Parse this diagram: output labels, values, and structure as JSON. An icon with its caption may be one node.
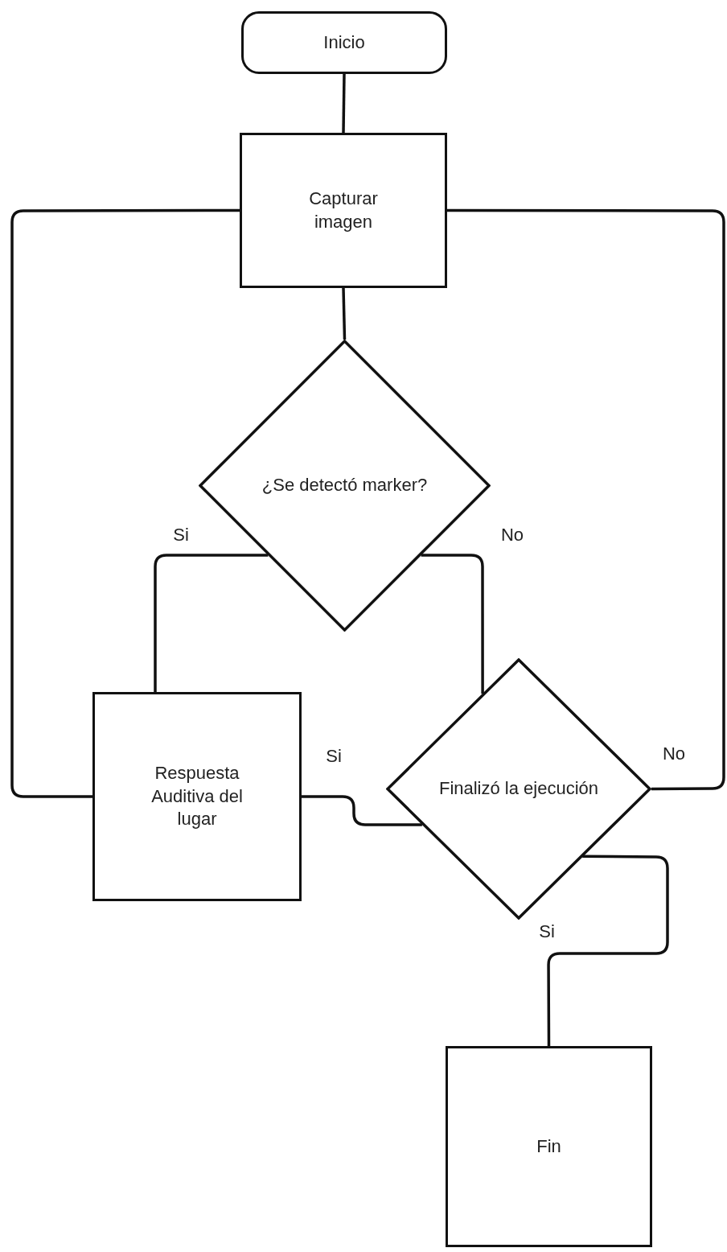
{
  "diagram": {
    "nodes": [
      {
        "text": [
          "Inicio"
        ]
      },
      {
        "text": [
          "Capturar imagen"
        ]
      },
      {
        "text": [
          "¿Se detectó marker?"
        ]
      },
      {
        "text": [
          "Respuesta Auditiva del lugar"
        ]
      },
      {
        "text": [
          "Finalizó la ejecución"
        ]
      },
      {
        "text": [
          "Fin"
        ]
      }
    ],
    "edges": [
      {
        "from": 0,
        "to": 1,
        "arrow": "none"
      },
      {
        "from": 1,
        "to": 2,
        "arrow": "none"
      },
      {
        "from": 2,
        "to": 3,
        "arrow": "none",
        "label": "Si"
      },
      {
        "from": 2,
        "to": 4,
        "arrow": "none",
        "label": "No"
      },
      {
        "from": 3,
        "to": 1,
        "arrow": "none"
      },
      {
        "from": 4,
        "to": 1,
        "arrow": "none",
        "label": "No"
      },
      {
        "from": 3,
        "to": 4,
        "arrow": "none",
        "label": "Si"
      },
      {
        "from": 4,
        "to": 5,
        "arrow": "none",
        "label": "Si"
      }
    ]
  }
}
